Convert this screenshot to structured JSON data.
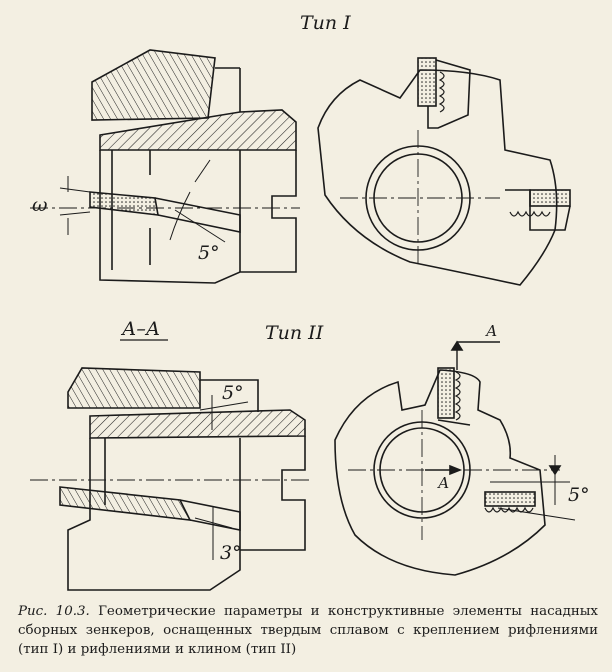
{
  "labels": {
    "type1": "Тип I",
    "type2": "Тип II",
    "section": "А–А",
    "omega": "ω",
    "angle_5_type1": "5°",
    "angle_5_type2_top": "5°",
    "angle_3": "3°",
    "angle_5_right": "5°",
    "arrow_a_top": "А",
    "arrow_a_center": "А"
  },
  "caption": {
    "label": "Рис. 10.3.",
    "text": "Геометрические параметры и конструктивные элементы насадных сборных зенкеров, оснащенных твердым сплавом с креплением рифлениями (тип I) и рифлениями и клином (тип II)"
  }
}
